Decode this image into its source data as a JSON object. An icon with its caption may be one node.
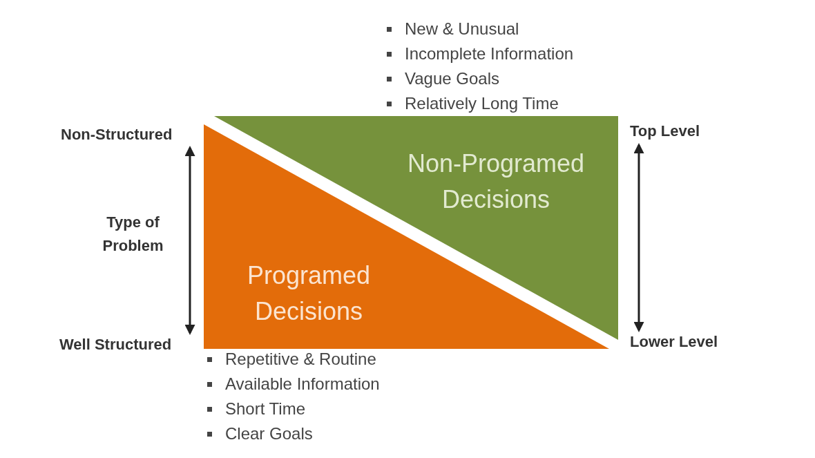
{
  "diagram": {
    "nodes": [
      {
        "text": [
          "Non-Programed Decisions"
        ],
        "beside": [
          "New & Unusual",
          "Incomplete Information",
          "Vague Goals",
          "Relatively Long Time"
        ]
      },
      {
        "text": [
          "Programed Decisions"
        ],
        "beside": [
          "Repetitive & Routine",
          "Available Information",
          "Short Time",
          "Clear Goals"
        ]
      }
    ],
    "edges": [],
    "labels": [
      "Non-Structured",
      "Top Level",
      "Type of Problem",
      "Well Structured",
      "Lower Level"
    ]
  }
}
